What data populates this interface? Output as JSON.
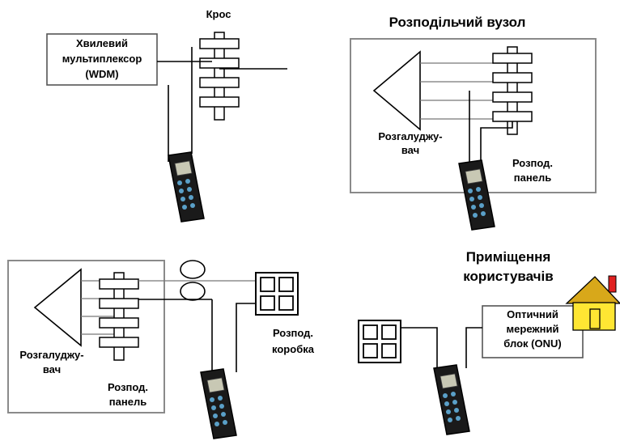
{
  "labels": {
    "kros": "Крос",
    "wdm_line1": "Хвилевий",
    "wdm_line2": "мультиплексор",
    "wdm_line3": "(WDM)",
    "rozpod_vuzol": "Розподільчий вузол",
    "splitter1_line1": "Розгалуджу-",
    "splitter1_line2": "вач",
    "panel1_line1": "Розпод.",
    "panel1_line2": "панель",
    "splitter2_line1": "Розгалуджу-",
    "splitter2_line2": "вач",
    "panel2_line1": "Розпод.",
    "panel2_line2": "панель",
    "box_line1": "Розпод.",
    "box_line2": "коробка",
    "premises_line1": "Приміщення",
    "premises_line2": "користувачів",
    "onu_line1": "Оптичний",
    "onu_line2": "мережний",
    "onu_line3": "блок (ONU)"
  },
  "colors": {
    "meter_body": "#1a1a1a",
    "meter_screen": "#c8c8b4",
    "meter_keys": "#5aa0c8",
    "house_wall": "#ffe633",
    "house_roof": "#d8a81a",
    "house_chimney": "#e02020"
  }
}
